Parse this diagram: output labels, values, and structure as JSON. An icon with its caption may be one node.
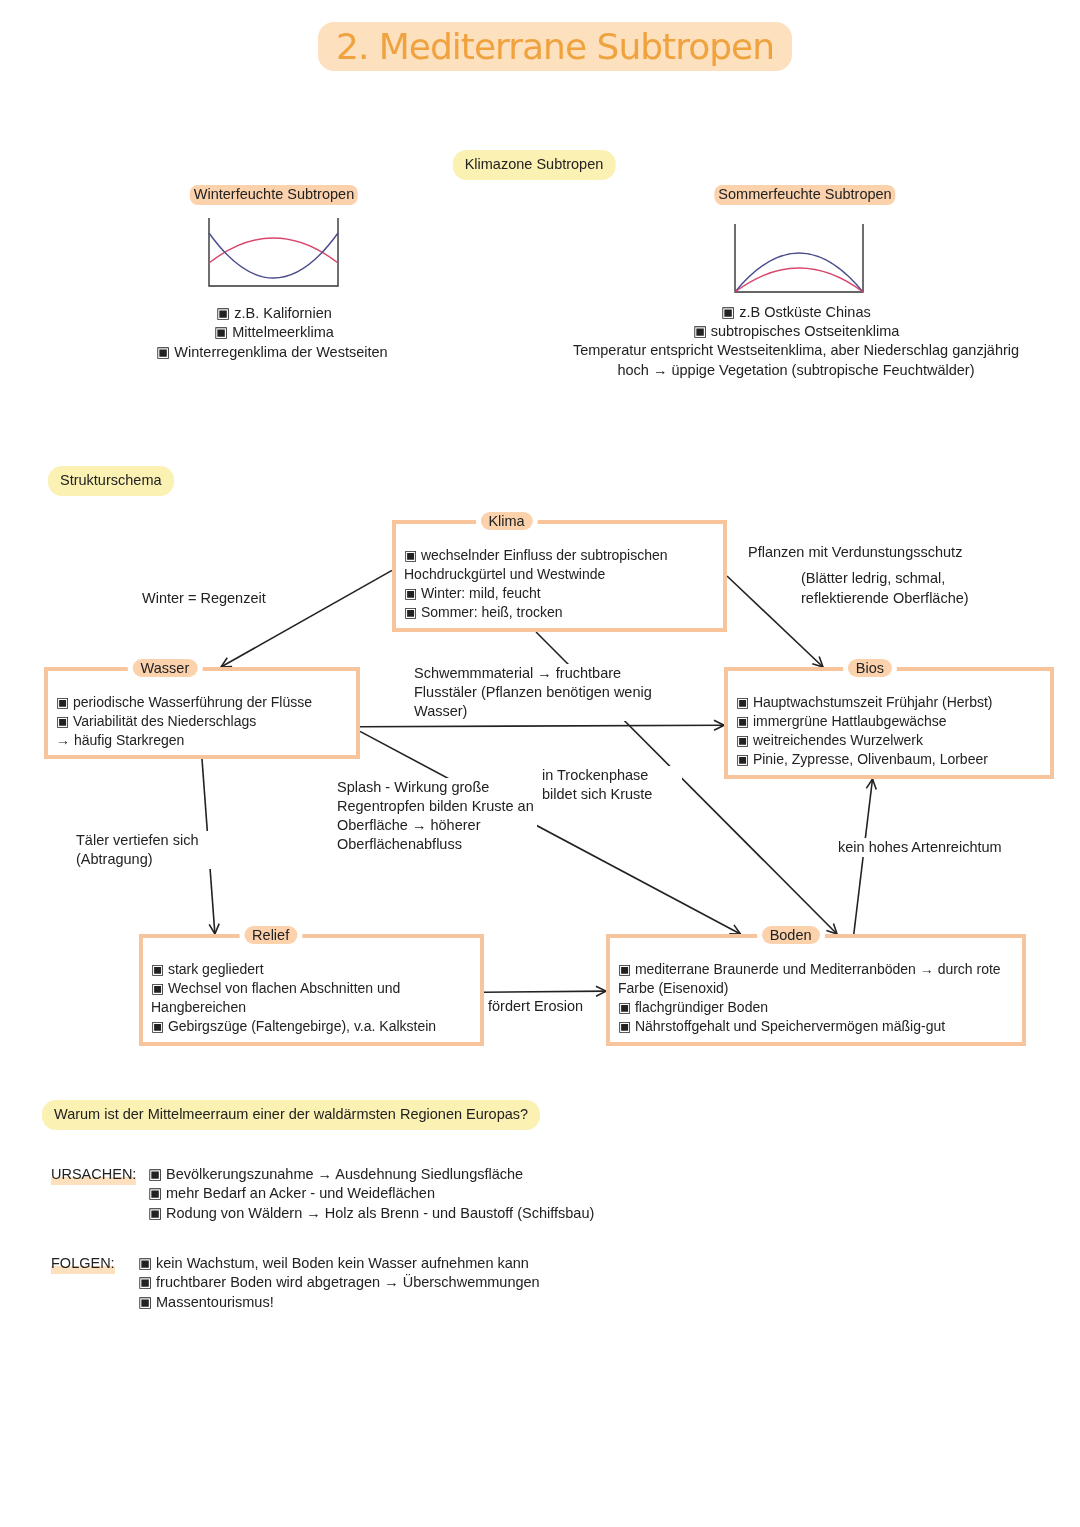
{
  "diagram": {
    "title": "2. Mediterrane Subtropen",
    "nodes": [
      {
        "text": [
          "Klima",
          "▣ wechselnder Einfluss der subtropischen Hochdruckgürtel und Westwinde",
          "▣ Winter: mild, feucht",
          "▣ Sommer: heiß, trocken"
        ]
      },
      {
        "text": [
          "Wasser",
          "▣ periodische Wasserführung der Flüsse",
          "▣ Variabilität des Niederschlags",
          "→ häufig Starkregen"
        ]
      },
      {
        "text": [
          "Bios",
          "▣ Hauptwachstumszeit Frühjahr (Herbst)",
          "▣ immergrüne Hattlaubgewächse",
          "▣ weitreichendes Wurzelwerk",
          "▣ Pinie, Zypresse, Olivenbaum, Lorbeer"
        ]
      },
      {
        "text": [
          "Relief",
          "▣ stark gegliedert",
          "▣ Wechsel von flachen Abschnitten und Hangbereichen",
          "▣ Gebirgszüge (Faltengebirge), v.a. Kalkstein"
        ]
      },
      {
        "text": [
          "Boden",
          "▣ mediterrane Braunerde und Mediterranböden → durch rote Farbe (Eisenoxid)",
          "▣ flachgründiger Boden",
          "▣ Nährstoffgehalt und Speichervermögen mäßig-gut"
        ]
      }
    ],
    "edges": [
      {
        "from": 0,
        "to": 1,
        "arrow": "to",
        "label": "Winter = Regenzeit"
      },
      {
        "from": 0,
        "to": 2,
        "arrow": "to",
        "label": "Pflanzen mit Verdunstungsschutz"
      },
      {
        "from": 0,
        "to": 4,
        "arrow": "to",
        "label": "in Trockenphase bildet sich Kruste"
      },
      {
        "from": 1,
        "to": 2,
        "arrow": "to",
        "label": "Schwemmmaterial → fruchtbare Flusstäler (Pflanzen benötigen wenig Wasser)"
      },
      {
        "from": 1,
        "to": 4,
        "arrow": "to",
        "label": "Splash - Wirkung große Regentropfen bilden Kruste an Oberfläche → höherer Oberflächenabfluss"
      },
      {
        "from": 1,
        "to": 3,
        "arrow": "to",
        "label": "Täler vertiefen sich (Abtragung)"
      },
      {
        "from": 3,
        "to": 4,
        "arrow": "to",
        "label": "fördert Erosion"
      },
      {
        "from": 4,
        "to": 2,
        "arrow": "to",
        "label": "kein hohes Artenreichtum"
      }
    ],
    "labels": [
      "Klimazone Subtropen",
      "Winterfeuchte Subtropen",
      "▣ z.B. Kalifornien",
      "▣ Mittelmeerklima",
      "▣ Winterregenklima der Westseiten",
      "Sommerfeuchte Subtropen",
      "▣ z.B Ostküste Chinas",
      "▣ subtropisches Ostseitenklima",
      "Temperatur entspricht Westseitenklima, aber Niederschlag ganzjährig hoch → üppige Vegetation (subtropische Feuchtwälder)",
      "Strukturschema",
      "(Blätter ledrig, schmal, reflektierende Oberfläche)",
      "Warum ist der Mittelmeerraum einer der waldärmsten Regionen Europas?",
      "URSACHEN:",
      "▣ Bevölkerungszunahme → Ausdehnung Siedlungsfläche",
      "▣ mehr Bedarf an Acker - und Weideflächen",
      "▣ Rodung von Wäldern → Holz als Brenn - und Baustoff (Schiffsbau)",
      "FOLGEN:",
      "▣ kein Wachstum, weil Boden kein Wasser aufnehmen kann",
      "▣ fruchtbarer Boden wird abgetragen → Überschwemmungen",
      "▣ Massentourismus!"
    ]
  }
}
